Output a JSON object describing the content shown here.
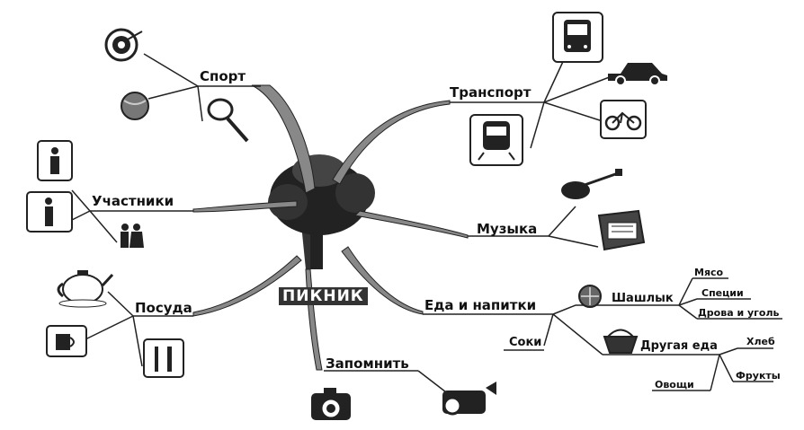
{
  "center": {
    "label": "ПИКНИК"
  },
  "branches": {
    "sport": "Спорт",
    "participants": "Участники",
    "dishes": "Посуда",
    "remember": "Запомнить",
    "transport": "Транспорт",
    "music": "Музыка",
    "food": "Еда и напитки"
  },
  "food_items": {
    "shashlik": "Шашлык",
    "meat": "Мясо",
    "spices": "Специи",
    "firewood": "Дрова и уголь",
    "juices": "Соки",
    "other_food": "Другая еда",
    "bread": "Хлеб",
    "vegetables": "Овощи",
    "fruits": "Фрукты"
  },
  "icons": [
    "target-icon",
    "ball-icon",
    "tennis-racket-icon",
    "person-icon",
    "people-icon",
    "teapot-icon",
    "cup-icon",
    "cutlery-icon",
    "camera-icon",
    "video-camera-icon",
    "bus-icon",
    "car-icon",
    "bicycle-icon",
    "train-icon",
    "violin-icon",
    "radio-icon",
    "grill-icon",
    "basket-icon"
  ]
}
